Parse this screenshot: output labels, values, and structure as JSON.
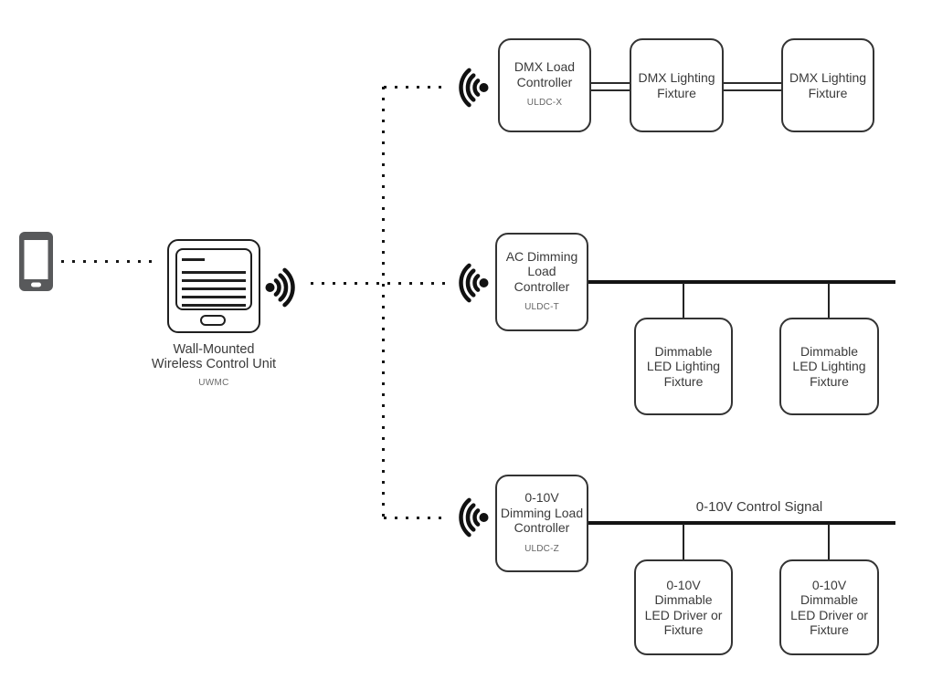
{
  "phone": {
    "icon": "smartphone-icon"
  },
  "control_unit": {
    "icon": "wall-touch-panel-icon",
    "label": "Wall-Mounted\nWireless Control Unit",
    "code": "UWMC"
  },
  "wireless": {
    "transmit_icon": "wifi-transmit-icon",
    "receive_icon": "wifi-receive-icon"
  },
  "rows": [
    {
      "controller": {
        "title": "DMX Load\nController",
        "code": "ULDC-X"
      },
      "link_type": "dmx-double-line",
      "fixtures": [
        {
          "title": "DMX Lighting\nFixture"
        },
        {
          "title": "DMX Lighting\nFixture"
        }
      ]
    },
    {
      "controller": {
        "title": "AC Dimming\nLoad\nController",
        "code": "ULDC-T"
      },
      "link_type": "power-bus",
      "fixtures": [
        {
          "title": "Dimmable\nLED Lighting\nFixture"
        },
        {
          "title": "Dimmable\nLED Lighting\nFixture"
        }
      ]
    },
    {
      "controller": {
        "title": "0-10V\nDimming Load\nController",
        "code": "ULDC-Z"
      },
      "link_type": "control-bus",
      "bus_label": "0-10V Control Signal",
      "fixtures": [
        {
          "title": "0-10V\nDimmable\nLED Driver or\nFixture"
        },
        {
          "title": "0-10V\nDimmable\nLED Driver or\nFixture"
        }
      ]
    }
  ],
  "colors": {
    "line": "#141414",
    "box_border": "#333333",
    "text": "#3a3a3a",
    "muted_text": "#636363",
    "phone_fill": "#58595b",
    "background": "#ffffff"
  }
}
